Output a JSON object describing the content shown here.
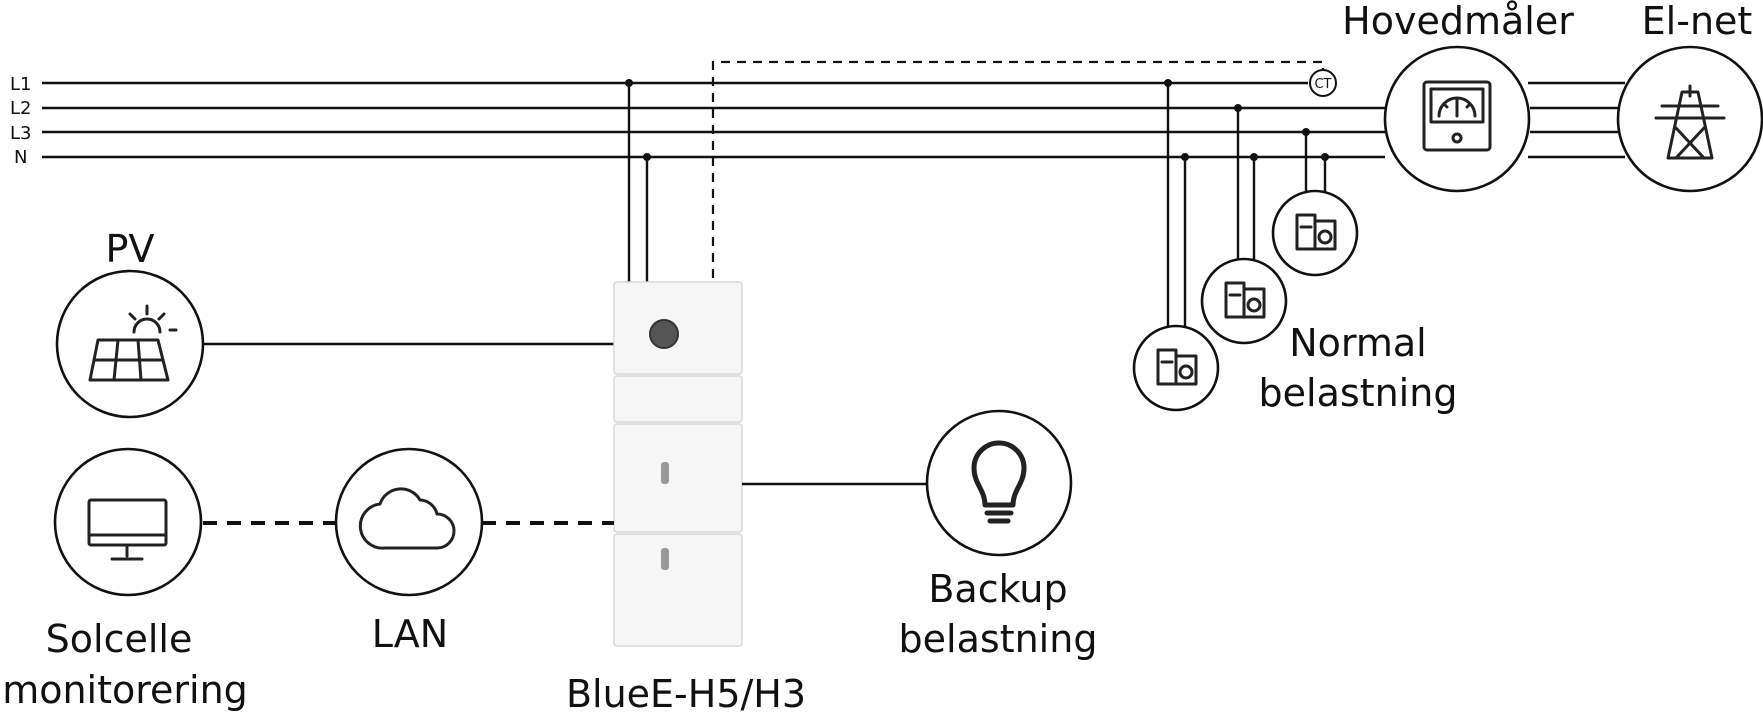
{
  "lines": {
    "l1": "L1",
    "l2": "L2",
    "l3": "L3",
    "n": "N"
  },
  "labels": {
    "hovedmaler": "Hovedmåler",
    "elnet": "El-net",
    "pv": "PV",
    "normal_1": "Normal",
    "normal_2": "belastning",
    "backup_1": "Backup",
    "backup_2": "belastning",
    "solcelle_1": "Solcelle",
    "solcelle_2": "monitorering",
    "lan": "LAN",
    "inverter": "BlueE-H5/H3",
    "ct": "CT"
  },
  "icons": {
    "pv": "solar-panel-sun-icon",
    "monitor": "monitor-icon",
    "lan": "cloud-icon",
    "backup": "lightbulb-icon",
    "meter": "meter-gauge-icon",
    "grid": "power-pylon-icon",
    "load": "appliance-icon"
  }
}
